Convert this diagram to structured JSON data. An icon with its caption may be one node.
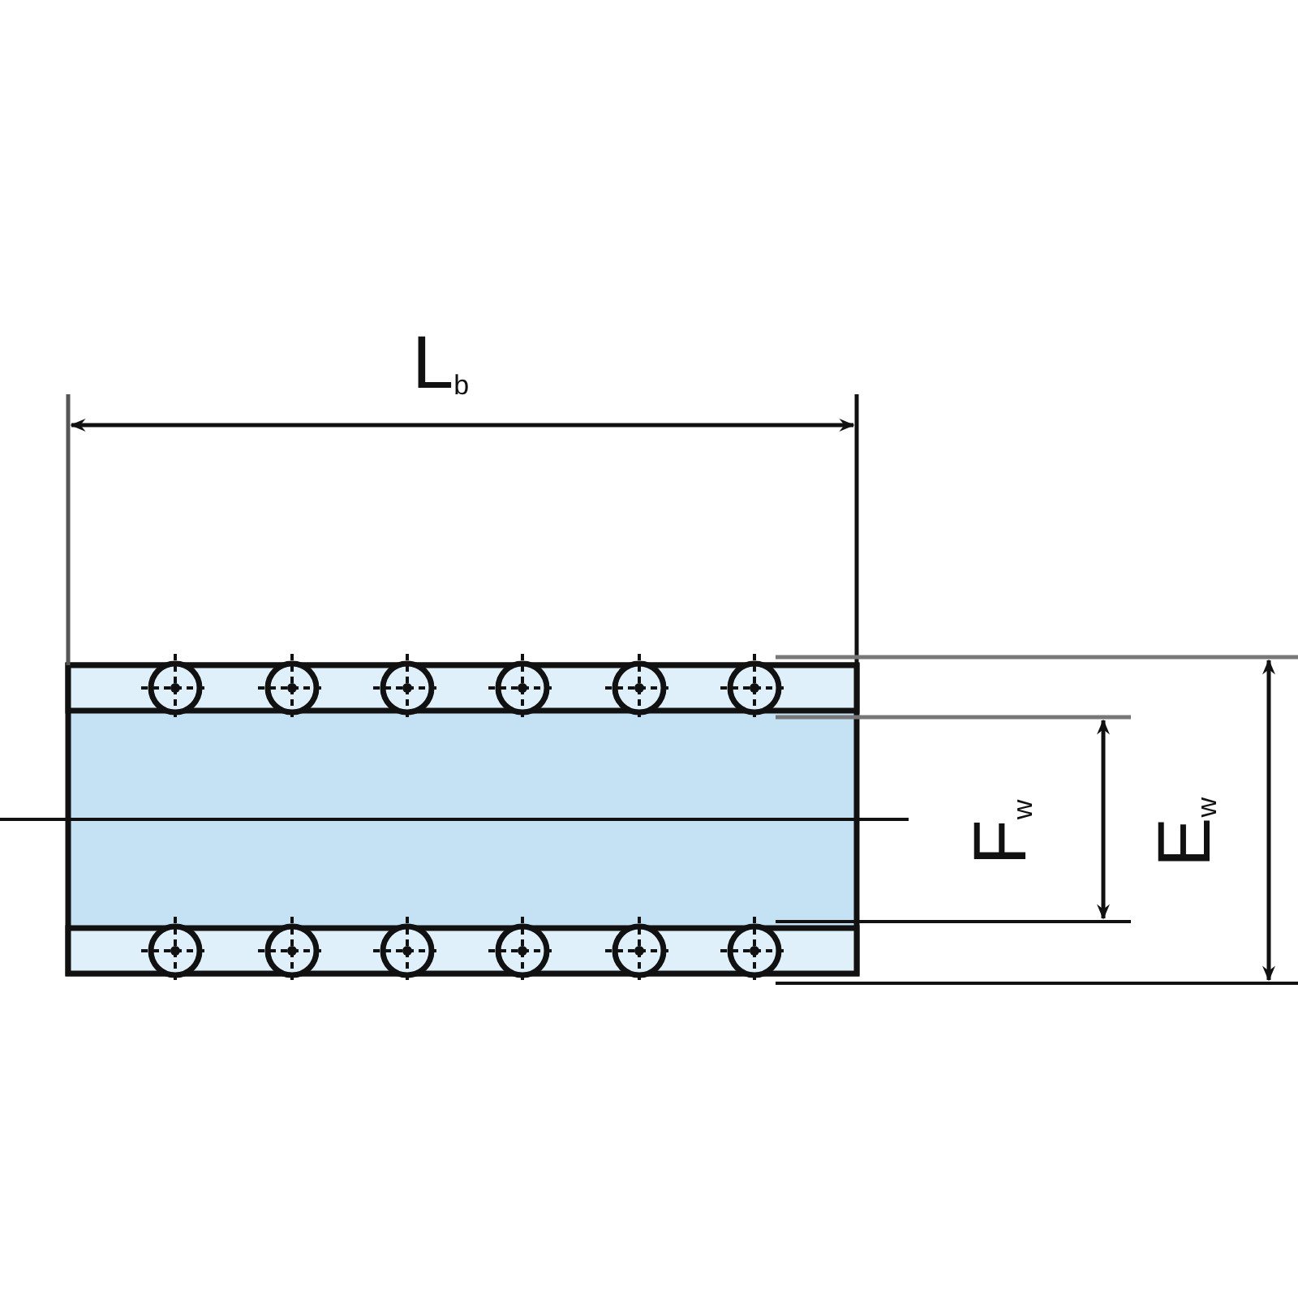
{
  "diagram": {
    "labels": [
      "L$_{b}$",
      "F$_{w}$",
      "E$_{w}$"
    ]
  }
}
